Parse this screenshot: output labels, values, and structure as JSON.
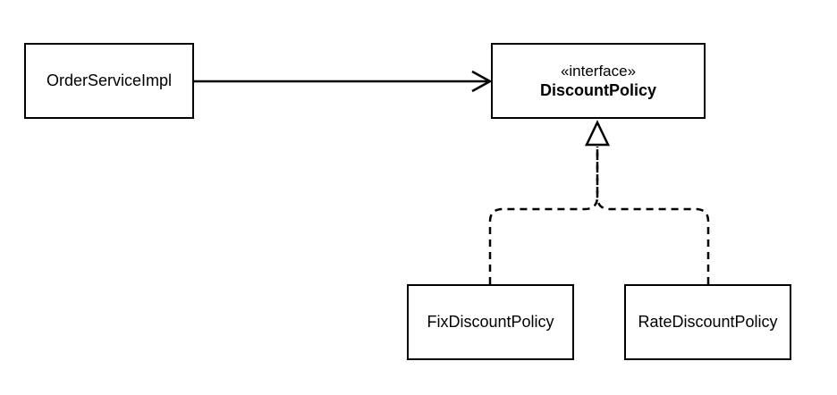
{
  "diagram": {
    "nodes": {
      "order_service_impl": {
        "label": "OrderServiceImpl"
      },
      "discount_policy": {
        "stereotype": "«interface»",
        "label": "DiscountPolicy"
      },
      "fix_discount_policy": {
        "label": "FixDiscountPolicy"
      },
      "rate_discount_policy": {
        "label": "RateDiscountPolicy"
      }
    },
    "edges": [
      {
        "from": "OrderServiceImpl",
        "to": "DiscountPolicy",
        "kind": "association",
        "style": "solid",
        "arrow": "open"
      },
      {
        "from": "FixDiscountPolicy",
        "to": "DiscountPolicy",
        "kind": "realization",
        "style": "dashed",
        "arrow": "hollow-triangle"
      },
      {
        "from": "RateDiscountPolicy",
        "to": "DiscountPolicy",
        "kind": "realization",
        "style": "dashed",
        "arrow": "hollow-triangle"
      }
    ],
    "colors": {
      "line": "#000000",
      "background": "#ffffff"
    }
  }
}
